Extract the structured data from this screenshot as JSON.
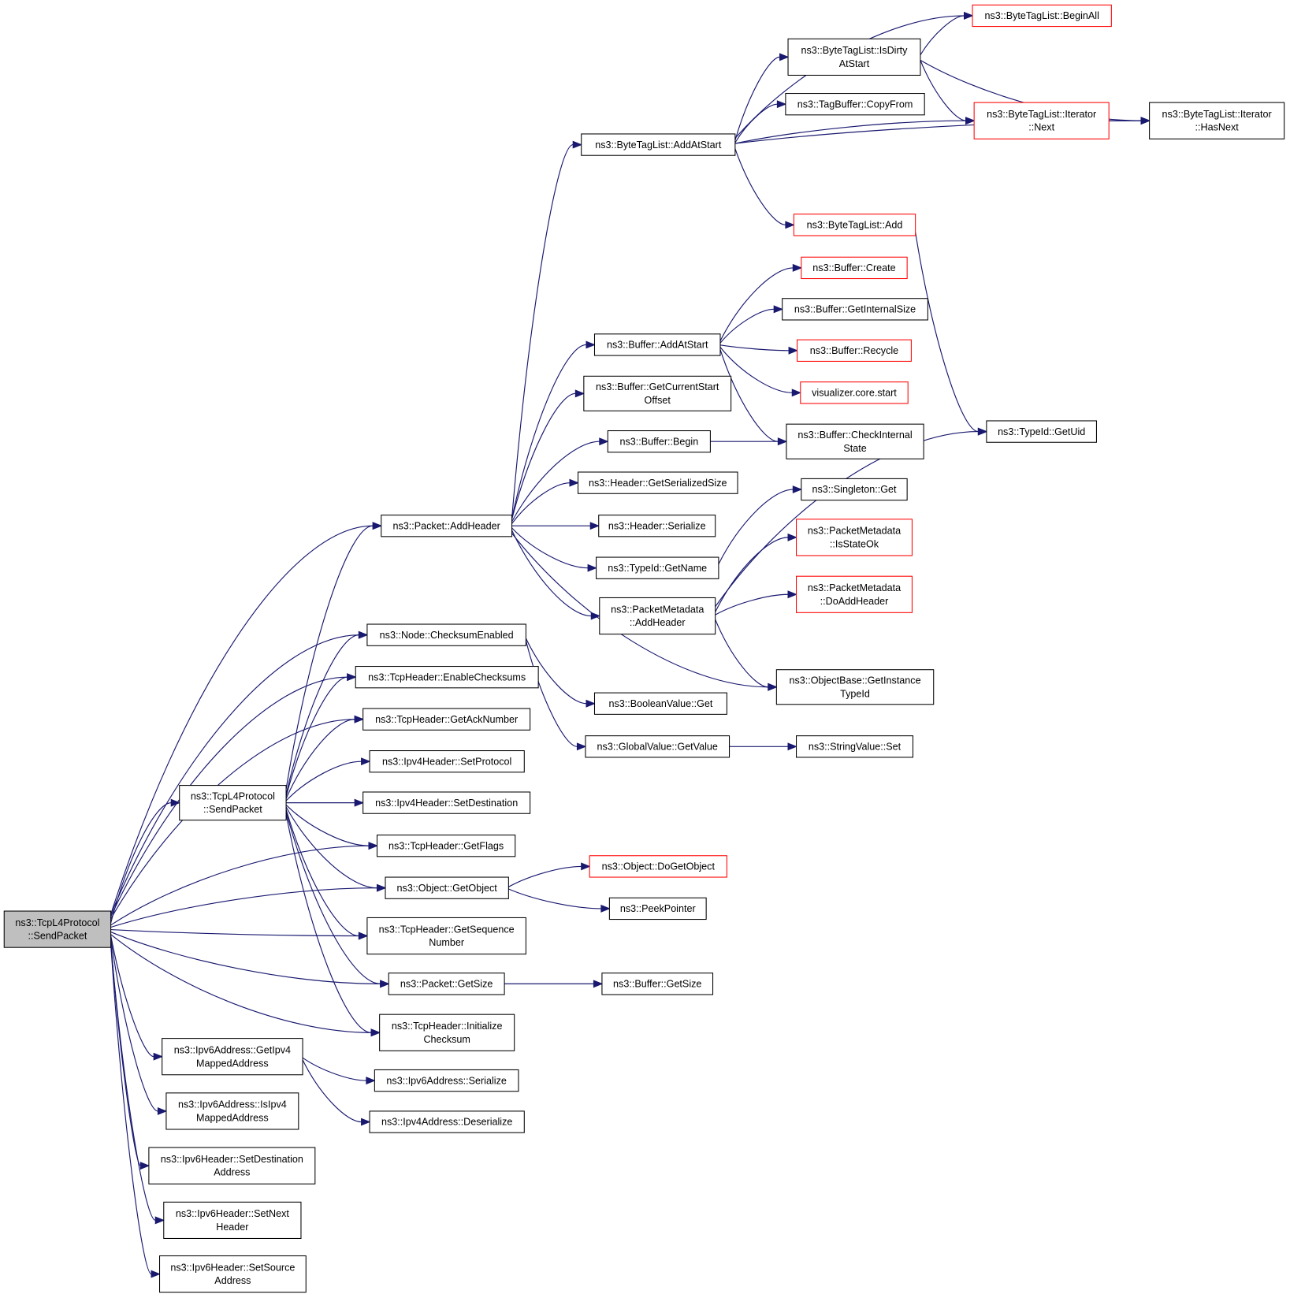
{
  "diagram": {
    "type": "call-graph",
    "root": "n_root",
    "colors": {
      "edge": "#191970",
      "root_fill": "#bfbfbf",
      "node_border": "#000000",
      "truncated_border": "#ff0000"
    },
    "nodes": [
      {
        "id": "n_root",
        "lines": [
          "ns3::TcpL4Protocol",
          "::SendPacket"
        ],
        "style": "root"
      },
      {
        "id": "n_tcp_send",
        "lines": [
          "ns3::TcpL4Protocol",
          "::SendPacket"
        ],
        "style": "normal"
      },
      {
        "id": "n_pkt_addhdr",
        "lines": [
          "ns3::Packet::AddHeader"
        ],
        "style": "normal"
      },
      {
        "id": "n_btl_addatstart",
        "lines": [
          "ns3::ByteTagList::AddAtStart"
        ],
        "style": "normal"
      },
      {
        "id": "n_btl_beginall",
        "lines": [
          "ns3::ByteTagList::BeginAll"
        ],
        "style": "truncated"
      },
      {
        "id": "n_btl_isdirty",
        "lines": [
          "ns3::ByteTagList::IsDirty",
          "AtStart"
        ],
        "style": "normal"
      },
      {
        "id": "n_tagbuf_copy",
        "lines": [
          "ns3::TagBuffer::CopyFrom"
        ],
        "style": "normal"
      },
      {
        "id": "n_btl_it_next",
        "lines": [
          "ns3::ByteTagList::Iterator",
          "::Next"
        ],
        "style": "truncated"
      },
      {
        "id": "n_btl_it_hasnext",
        "lines": [
          "ns3::ByteTagList::Iterator",
          "::HasNext"
        ],
        "style": "normal"
      },
      {
        "id": "n_btl_add",
        "lines": [
          "ns3::ByteTagList::Add"
        ],
        "style": "truncated"
      },
      {
        "id": "n_buf_create",
        "lines": [
          "ns3::Buffer::Create"
        ],
        "style": "truncated"
      },
      {
        "id": "n_buf_getintsize",
        "lines": [
          "ns3::Buffer::GetInternalSize"
        ],
        "style": "normal"
      },
      {
        "id": "n_buf_addatstart",
        "lines": [
          "ns3::Buffer::AddAtStart"
        ],
        "style": "normal"
      },
      {
        "id": "n_buf_recycle",
        "lines": [
          "ns3::Buffer::Recycle"
        ],
        "style": "truncated"
      },
      {
        "id": "n_vis_start",
        "lines": [
          "visualizer.core.start"
        ],
        "style": "truncated"
      },
      {
        "id": "n_buf_curstart",
        "lines": [
          "ns3::Buffer::GetCurrentStart",
          "Offset"
        ],
        "style": "normal"
      },
      {
        "id": "n_buf_checkint",
        "lines": [
          "ns3::Buffer::CheckInternal",
          "State"
        ],
        "style": "normal"
      },
      {
        "id": "n_typeid_getuid",
        "lines": [
          "ns3::TypeId::GetUid"
        ],
        "style": "normal"
      },
      {
        "id": "n_buf_begin",
        "lines": [
          "ns3::Buffer::Begin"
        ],
        "style": "normal"
      },
      {
        "id": "n_hdr_sersize",
        "lines": [
          "ns3::Header::GetSerializedSize"
        ],
        "style": "normal"
      },
      {
        "id": "n_singleton_get",
        "lines": [
          "ns3::Singleton::Get"
        ],
        "style": "normal"
      },
      {
        "id": "n_hdr_serialize",
        "lines": [
          "ns3::Header::Serialize"
        ],
        "style": "normal"
      },
      {
        "id": "n_pm_isstateok",
        "lines": [
          "ns3::PacketMetadata",
          "::IsStateOk"
        ],
        "style": "truncated"
      },
      {
        "id": "n_typeid_getname",
        "lines": [
          "ns3::TypeId::GetName"
        ],
        "style": "normal"
      },
      {
        "id": "n_pm_doaddhdr",
        "lines": [
          "ns3::PacketMetadata",
          "::DoAddHeader"
        ],
        "style": "truncated"
      },
      {
        "id": "n_pm_addhdr",
        "lines": [
          "ns3::PacketMetadata",
          "::AddHeader"
        ],
        "style": "normal"
      },
      {
        "id": "n_node_cksum",
        "lines": [
          "ns3::Node::ChecksumEnabled"
        ],
        "style": "normal"
      },
      {
        "id": "n_tcph_enablecksum",
        "lines": [
          "ns3::TcpHeader::EnableChecksums"
        ],
        "style": "normal"
      },
      {
        "id": "n_objbase_gettid",
        "lines": [
          "ns3::ObjectBase::GetInstance",
          "TypeId"
        ],
        "style": "normal"
      },
      {
        "id": "n_boolval_get",
        "lines": [
          "ns3::BooleanValue::Get"
        ],
        "style": "normal"
      },
      {
        "id": "n_tcph_getack",
        "lines": [
          "ns3::TcpHeader::GetAckNumber"
        ],
        "style": "normal"
      },
      {
        "id": "n_gv_getvalue",
        "lines": [
          "ns3::GlobalValue::GetValue"
        ],
        "style": "normal"
      },
      {
        "id": "n_strval_set",
        "lines": [
          "ns3::StringValue::Set"
        ],
        "style": "normal"
      },
      {
        "id": "n_ipv4h_setproto",
        "lines": [
          "ns3::Ipv4Header::SetProtocol"
        ],
        "style": "normal"
      },
      {
        "id": "n_ipv4h_setdest",
        "lines": [
          "ns3::Ipv4Header::SetDestination"
        ],
        "style": "normal"
      },
      {
        "id": "n_tcph_getflags",
        "lines": [
          "ns3::TcpHeader::GetFlags"
        ],
        "style": "normal"
      },
      {
        "id": "n_obj_dogetobj",
        "lines": [
          "ns3::Object::DoGetObject"
        ],
        "style": "truncated"
      },
      {
        "id": "n_obj_getobj",
        "lines": [
          "ns3::Object::GetObject"
        ],
        "style": "normal"
      },
      {
        "id": "n_peekptr",
        "lines": [
          "ns3::PeekPointer"
        ],
        "style": "normal"
      },
      {
        "id": "n_tcph_getseq",
        "lines": [
          "ns3::TcpHeader::GetSequence",
          "Number"
        ],
        "style": "normal"
      },
      {
        "id": "n_pkt_getsize",
        "lines": [
          "ns3::Packet::GetSize"
        ],
        "style": "normal"
      },
      {
        "id": "n_buf_getsize",
        "lines": [
          "ns3::Buffer::GetSize"
        ],
        "style": "normal"
      },
      {
        "id": "n_tcph_initcksum",
        "lines": [
          "ns3::TcpHeader::Initialize",
          "Checksum"
        ],
        "style": "normal"
      },
      {
        "id": "n_ipv6a_getv4",
        "lines": [
          "ns3::Ipv6Address::GetIpv4",
          "MappedAddress"
        ],
        "style": "normal"
      },
      {
        "id": "n_ipv6a_serialize",
        "lines": [
          "ns3::Ipv6Address::Serialize"
        ],
        "style": "normal"
      },
      {
        "id": "n_ipv4a_deser",
        "lines": [
          "ns3::Ipv4Address::Deserialize"
        ],
        "style": "normal"
      },
      {
        "id": "n_ipv6a_isv4",
        "lines": [
          "ns3::Ipv6Address::IsIpv4",
          "MappedAddress"
        ],
        "style": "normal"
      },
      {
        "id": "n_ipv6h_setdest",
        "lines": [
          "ns3::Ipv6Header::SetDestination",
          "Address"
        ],
        "style": "normal"
      },
      {
        "id": "n_ipv6h_setnext",
        "lines": [
          "ns3::Ipv6Header::SetNext",
          "Header"
        ],
        "style": "normal"
      },
      {
        "id": "n_ipv6h_setsrc",
        "lines": [
          "ns3::Ipv6Header::SetSource",
          "Address"
        ],
        "style": "normal"
      }
    ],
    "edges": [
      [
        "n_root",
        "n_pkt_addhdr"
      ],
      [
        "n_root",
        "n_node_cksum"
      ],
      [
        "n_root",
        "n_tcph_enablecksum"
      ],
      [
        "n_root",
        "n_tcph_getack"
      ],
      [
        "n_root",
        "n_tcp_send"
      ],
      [
        "n_root",
        "n_tcph_getflags"
      ],
      [
        "n_root",
        "n_obj_getobj"
      ],
      [
        "n_root",
        "n_tcph_getseq"
      ],
      [
        "n_root",
        "n_pkt_getsize"
      ],
      [
        "n_root",
        "n_tcph_initcksum"
      ],
      [
        "n_root",
        "n_ipv6a_getv4"
      ],
      [
        "n_root",
        "n_ipv6a_isv4"
      ],
      [
        "n_root",
        "n_ipv6h_setdest"
      ],
      [
        "n_root",
        "n_ipv6h_setnext"
      ],
      [
        "n_root",
        "n_ipv6h_setsrc"
      ],
      [
        "n_tcp_send",
        "n_pkt_addhdr"
      ],
      [
        "n_tcp_send",
        "n_node_cksum"
      ],
      [
        "n_tcp_send",
        "n_tcph_enablecksum"
      ],
      [
        "n_tcp_send",
        "n_tcph_getack"
      ],
      [
        "n_tcp_send",
        "n_ipv4h_setproto"
      ],
      [
        "n_tcp_send",
        "n_ipv4h_setdest"
      ],
      [
        "n_tcp_send",
        "n_tcph_getflags"
      ],
      [
        "n_tcp_send",
        "n_obj_getobj"
      ],
      [
        "n_tcp_send",
        "n_tcph_getseq"
      ],
      [
        "n_tcp_send",
        "n_pkt_getsize"
      ],
      [
        "n_tcp_send",
        "n_tcph_initcksum"
      ],
      [
        "n_pkt_addhdr",
        "n_btl_addatstart"
      ],
      [
        "n_pkt_addhdr",
        "n_buf_addatstart"
      ],
      [
        "n_pkt_addhdr",
        "n_buf_curstart"
      ],
      [
        "n_pkt_addhdr",
        "n_buf_begin"
      ],
      [
        "n_pkt_addhdr",
        "n_hdr_sersize"
      ],
      [
        "n_pkt_addhdr",
        "n_hdr_serialize"
      ],
      [
        "n_pkt_addhdr",
        "n_typeid_getname"
      ],
      [
        "n_pkt_addhdr",
        "n_pm_addhdr"
      ],
      [
        "n_pkt_addhdr",
        "n_objbase_gettid"
      ],
      [
        "n_btl_addatstart",
        "n_btl_beginall"
      ],
      [
        "n_btl_addatstart",
        "n_btl_isdirty"
      ],
      [
        "n_btl_addatstart",
        "n_tagbuf_copy"
      ],
      [
        "n_btl_addatstart",
        "n_btl_it_next"
      ],
      [
        "n_btl_addatstart",
        "n_btl_it_hasnext"
      ],
      [
        "n_btl_addatstart",
        "n_btl_add"
      ],
      [
        "n_btl_isdirty",
        "n_btl_beginall"
      ],
      [
        "n_btl_isdirty",
        "n_btl_it_next"
      ],
      [
        "n_btl_isdirty",
        "n_btl_it_hasnext"
      ],
      [
        "n_btl_it_next",
        "n_btl_it_hasnext"
      ],
      [
        "n_btl_add",
        "n_typeid_getuid"
      ],
      [
        "n_buf_addatstart",
        "n_buf_create"
      ],
      [
        "n_buf_addatstart",
        "n_buf_getintsize"
      ],
      [
        "n_buf_addatstart",
        "n_buf_recycle"
      ],
      [
        "n_buf_addatstart",
        "n_vis_start"
      ],
      [
        "n_buf_addatstart",
        "n_buf_checkint"
      ],
      [
        "n_buf_begin",
        "n_buf_checkint"
      ],
      [
        "n_typeid_getname",
        "n_singleton_get"
      ],
      [
        "n_pm_addhdr",
        "n_pm_isstateok"
      ],
      [
        "n_pm_addhdr",
        "n_pm_doaddhdr"
      ],
      [
        "n_pm_addhdr",
        "n_typeid_getuid"
      ],
      [
        "n_pm_addhdr",
        "n_objbase_gettid"
      ],
      [
        "n_node_cksum",
        "n_boolval_get"
      ],
      [
        "n_node_cksum",
        "n_gv_getvalue"
      ],
      [
        "n_gv_getvalue",
        "n_strval_set"
      ],
      [
        "n_obj_getobj",
        "n_obj_dogetobj"
      ],
      [
        "n_obj_getobj",
        "n_peekptr"
      ],
      [
        "n_pkt_getsize",
        "n_buf_getsize"
      ],
      [
        "n_ipv6a_getv4",
        "n_ipv6a_serialize"
      ],
      [
        "n_ipv6a_getv4",
        "n_ipv4a_deser"
      ]
    ]
  }
}
